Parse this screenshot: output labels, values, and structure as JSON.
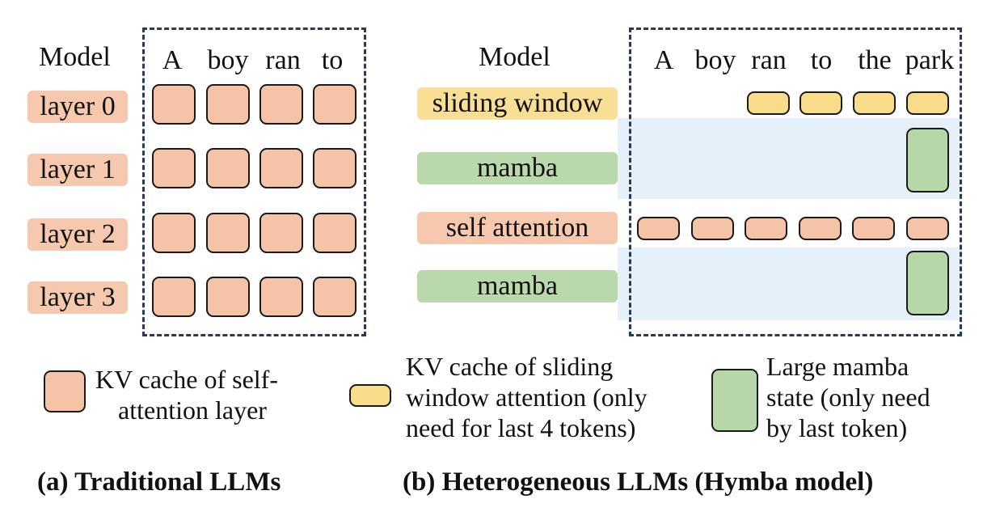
{
  "left": {
    "header": "Model",
    "tokens": [
      "A",
      "boy",
      "ran",
      "to"
    ],
    "layers": [
      "layer 0",
      "layer 1",
      "layer 2",
      "layer 3"
    ],
    "caption": "(a) Traditional LLMs"
  },
  "right": {
    "header": "Model",
    "tokens": [
      "A",
      "boy",
      "ran",
      "to",
      "the",
      "park"
    ],
    "rows": [
      {
        "label": "sliding window",
        "kind": "sliding-window",
        "cached_tokens": 4
      },
      {
        "label": "mamba",
        "kind": "mamba",
        "cached_tokens": 1
      },
      {
        "label": "self attention",
        "kind": "self-attention",
        "cached_tokens": 6
      },
      {
        "label": "mamba",
        "kind": "mamba",
        "cached_tokens": 1
      }
    ],
    "caption": "(b) Heterogeneous LLMs (Hymba model)"
  },
  "legend": [
    {
      "kind": "kv",
      "lines": [
        "KV cache of self-",
        "attention layer"
      ]
    },
    {
      "kind": "sliding-window",
      "lines": [
        "KV cache of sliding",
        "window attention (only",
        "need for last 4 tokens)"
      ]
    },
    {
      "kind": "mamba",
      "lines": [
        "Large mamba",
        "state (only need",
        "by last token)"
      ]
    }
  ],
  "colors": {
    "kv_cache": "#f5c3a6",
    "sliding_window": "#f8dc8a",
    "mamba": "#b6d7a8",
    "lane": "#e6f0f8",
    "frame": "#2b3a55"
  }
}
